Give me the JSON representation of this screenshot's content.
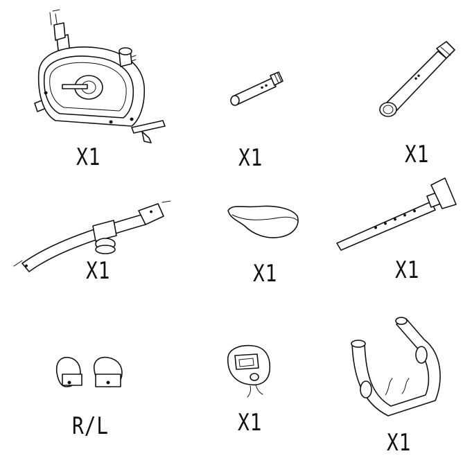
{
  "parts": [
    {
      "name": "main-frame",
      "qty": "X1"
    },
    {
      "name": "axle-tube",
      "qty": "X1"
    },
    {
      "name": "long-tube",
      "qty": "X1"
    },
    {
      "name": "front-stabilizer",
      "qty": "X1"
    },
    {
      "name": "seat",
      "qty": "X1"
    },
    {
      "name": "seat-post",
      "qty": "X1"
    },
    {
      "name": "pedals",
      "qty": "R/L"
    },
    {
      "name": "console",
      "qty": "X1"
    },
    {
      "name": "handlebar",
      "qty": "X1"
    }
  ]
}
